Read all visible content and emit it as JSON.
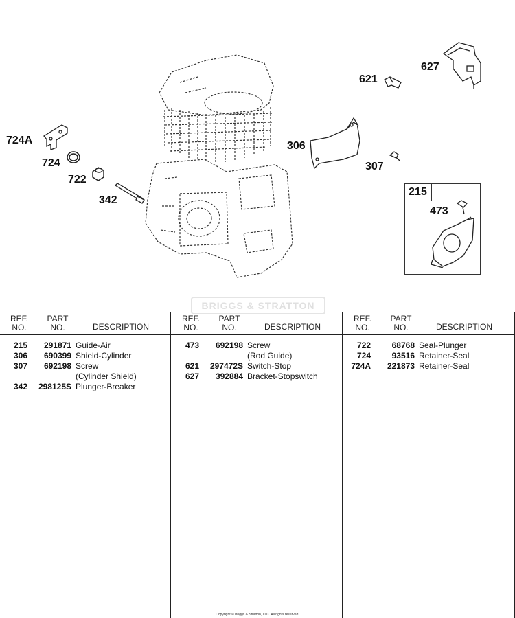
{
  "diagram": {
    "callouts": [
      "724A",
      "724",
      "722",
      "342",
      "306",
      "307",
      "621",
      "627",
      "215",
      "473"
    ]
  },
  "watermark": "BRIGGS & STRATTON",
  "table": {
    "headers": {
      "ref_line1": "REF.",
      "ref_line2": "NO.",
      "part_line1": "PART",
      "part_line2": "NO.",
      "desc": "DESCRIPTION"
    },
    "columns": [
      [
        {
          "ref": "215",
          "part": "291871",
          "desc": "Guide-Air"
        },
        {
          "ref": "306",
          "part": "690399",
          "desc": "Shield-Cylinder"
        },
        {
          "ref": "307",
          "part": "692198",
          "desc": "Screw"
        },
        {
          "ref": "",
          "part": "",
          "desc": "(Cylinder Shield)"
        },
        {
          "ref": "342",
          "part": "298125S",
          "desc": "Plunger-Breaker"
        }
      ],
      [
        {
          "ref": "473",
          "part": "692198",
          "desc": "Screw"
        },
        {
          "ref": "",
          "part": "",
          "desc": "(Rod Guide)"
        },
        {
          "ref": "621",
          "part": "297472S",
          "desc": "Switch-Stop"
        },
        {
          "ref": "627",
          "part": "392884",
          "desc": "Bracket-Stopswitch"
        }
      ],
      [
        {
          "ref": "722",
          "part": "68768",
          "desc": "Seal-Plunger"
        },
        {
          "ref": "724",
          "part": "93516",
          "desc": "Retainer-Seal"
        },
        {
          "ref": "724A",
          "part": "221873",
          "desc": "Retainer-Seal"
        }
      ]
    ]
  },
  "footer": {
    "copyright": "Copyright © Briggs & Stratton, LLC. All rights reserved."
  }
}
